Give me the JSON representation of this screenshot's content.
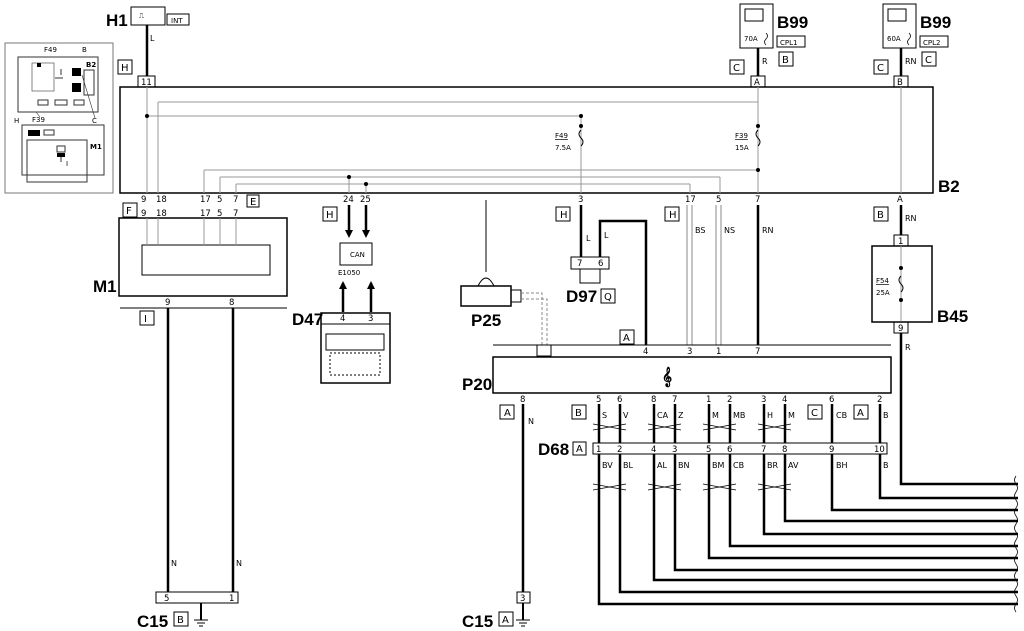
{
  "components": {
    "h1": "H1",
    "h1_int": "INT",
    "b99": "B99",
    "b99a_fuse": "70A",
    "b99a_tag": "CPL1",
    "b99b_fuse": "60A",
    "b99b_tag": "CPL2",
    "b2": "B2",
    "m1": "M1",
    "d47": "D47",
    "e1050": "E1050",
    "can": "CAN",
    "p25": "P25",
    "d97": "D97",
    "p20": "P20",
    "b45": "B45",
    "d68": "D68",
    "c15": "C15",
    "clef": "𝄞"
  },
  "fuses": {
    "f49": "F49",
    "f49_amp": "7.5A",
    "f39": "F39",
    "f39_amp": "15A",
    "f54": "F54",
    "f54_amp": "25A"
  },
  "letters": {
    "a": "A",
    "b": "B",
    "c": "C",
    "e": "E",
    "f": "F",
    "h": "H",
    "i": "I",
    "q": "Q"
  },
  "pins": {
    "p1": "1",
    "p2": "2",
    "p3": "3",
    "p4": "4",
    "p5": "5",
    "p6": "6",
    "p7": "7",
    "p8": "8",
    "p9": "9",
    "p10": "10",
    "p11": "11",
    "p17": "17",
    "p18": "18",
    "p24": "24",
    "p25": "25"
  },
  "wires": {
    "l": "L",
    "r": "R",
    "rn": "RN",
    "n": "N",
    "bs": "BS",
    "ns": "NS",
    "s": "S",
    "v": "V",
    "ca": "CA",
    "z": "Z",
    "m": "M",
    "mb": "MB",
    "h": "H",
    "cb": "CB",
    "b": "B",
    "bv": "BV",
    "bl": "BL",
    "al": "AL",
    "bn": "BN",
    "bm": "BM",
    "br": "BR",
    "av": "AV",
    "bh": "BH"
  },
  "inset": {
    "f49": "F49",
    "b": "B",
    "b2": "B2",
    "h": "H",
    "f39": "F39",
    "c": "C",
    "m1": "M1",
    "i": "I"
  }
}
